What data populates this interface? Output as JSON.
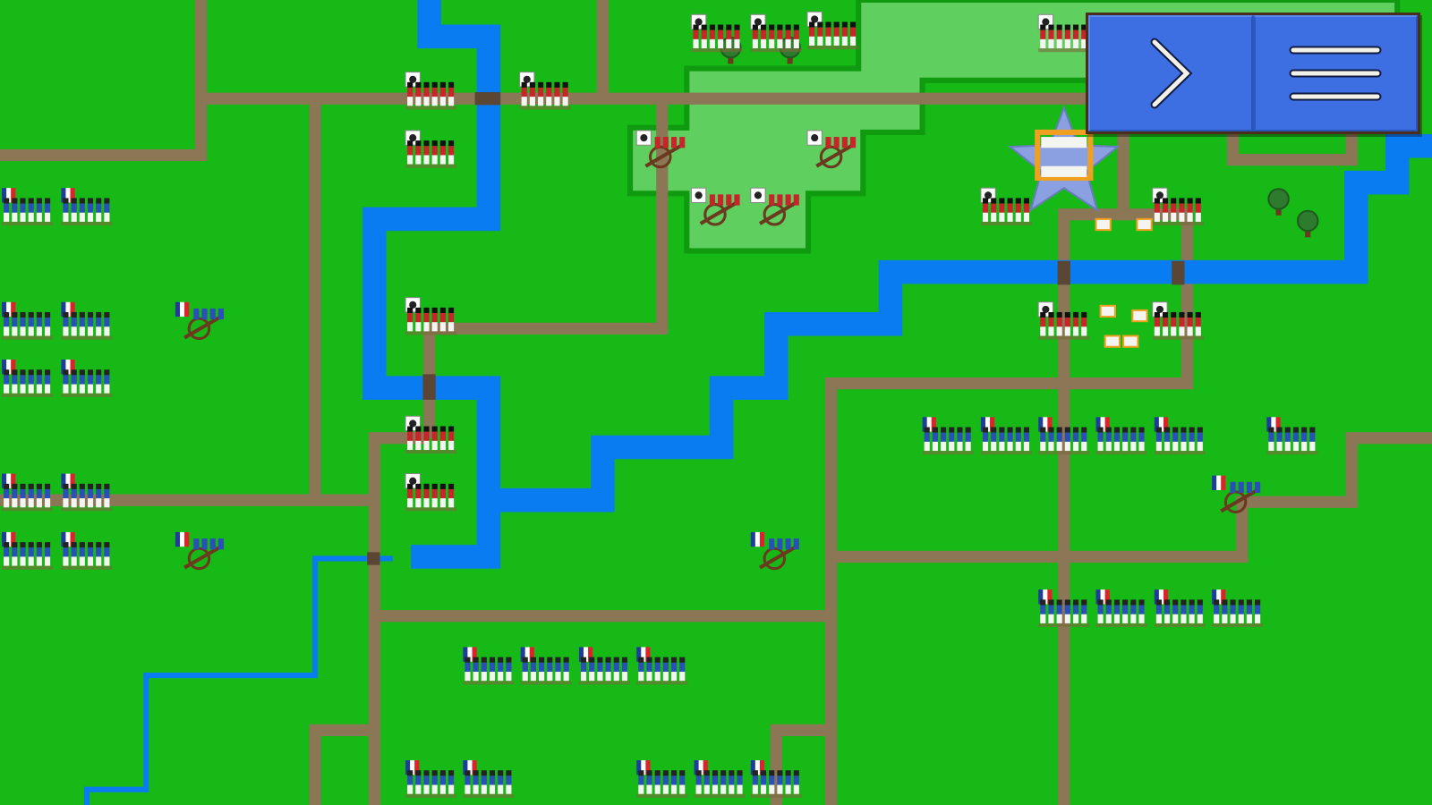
{
  "colors": {
    "grass": "#17b917",
    "zone": "#5fcf5f",
    "zone_border": "#0f9a0f",
    "road": "#8b7656",
    "river": "#0a7cf2",
    "hud": "#3d6fe3",
    "hud_border": "#4b2d1c",
    "objective": "#8aa0e0"
  },
  "hud": {
    "next_turn_icon": "chevron-right-icon",
    "menu_icon": "hamburger-menu-icon"
  },
  "factions": {
    "french": {
      "flag": [
        "#1f3c9c",
        "#ffffff",
        "#e0202a"
      ],
      "uniform": "#2a4fb8"
    },
    "allied": {
      "flag": [
        "#ffffff",
        "#222222",
        "#f0c020"
      ],
      "uniform": "#c8242a"
    }
  },
  "units": [
    {
      "faction": "french",
      "type": "infantry"
    },
    {
      "faction": "french",
      "type": "infantry"
    },
    {
      "faction": "french",
      "type": "infantry"
    },
    {
      "faction": "french",
      "type": "infantry"
    },
    {
      "faction": "french",
      "type": "infantry"
    },
    {
      "faction": "french",
      "type": "infantry"
    },
    {
      "faction": "french",
      "type": "infantry"
    },
    {
      "faction": "french",
      "type": "infantry"
    },
    {
      "faction": "french",
      "type": "infantry"
    },
    {
      "faction": "french",
      "type": "infantry"
    },
    {
      "faction": "french",
      "type": "artillery"
    },
    {
      "faction": "french",
      "type": "artillery"
    },
    {
      "faction": "french",
      "type": "artillery"
    },
    {
      "faction": "french",
      "type": "artillery"
    },
    {
      "faction": "french",
      "type": "infantry"
    },
    {
      "faction": "french",
      "type": "infantry"
    },
    {
      "faction": "french",
      "type": "infantry"
    },
    {
      "faction": "french",
      "type": "infantry"
    },
    {
      "faction": "french",
      "type": "infantry"
    },
    {
      "faction": "french",
      "type": "infantry"
    },
    {
      "faction": "french",
      "type": "infantry"
    },
    {
      "faction": "french",
      "type": "infantry"
    },
    {
      "faction": "french",
      "type": "infantry"
    },
    {
      "faction": "french",
      "type": "infantry"
    },
    {
      "faction": "french",
      "type": "infantry"
    },
    {
      "faction": "french",
      "type": "infantry"
    },
    {
      "faction": "french",
      "type": "infantry"
    },
    {
      "faction": "french",
      "type": "infantry"
    },
    {
      "faction": "french",
      "type": "infantry"
    },
    {
      "faction": "french",
      "type": "infantry"
    },
    {
      "faction": "french",
      "type": "infantry"
    },
    {
      "faction": "french",
      "type": "infantry"
    },
    {
      "faction": "french",
      "type": "infantry"
    },
    {
      "faction": "allied",
      "type": "infantry"
    },
    {
      "faction": "allied",
      "type": "infantry"
    },
    {
      "faction": "allied",
      "type": "infantry"
    },
    {
      "faction": "allied",
      "type": "infantry"
    },
    {
      "faction": "allied",
      "type": "infantry"
    },
    {
      "faction": "allied",
      "type": "infantry"
    },
    {
      "faction": "allied",
      "type": "infantry"
    },
    {
      "faction": "allied",
      "type": "infantry"
    },
    {
      "faction": "allied",
      "type": "infantry"
    },
    {
      "faction": "allied",
      "type": "infantry"
    },
    {
      "faction": "allied",
      "type": "artillery"
    },
    {
      "faction": "allied",
      "type": "artillery"
    },
    {
      "faction": "allied",
      "type": "artillery"
    },
    {
      "faction": "allied",
      "type": "artillery"
    },
    {
      "faction": "allied",
      "type": "infantry"
    },
    {
      "faction": "allied",
      "type": "infantry"
    },
    {
      "faction": "allied",
      "type": "infantry"
    },
    {
      "faction": "allied",
      "type": "infantry"
    }
  ]
}
